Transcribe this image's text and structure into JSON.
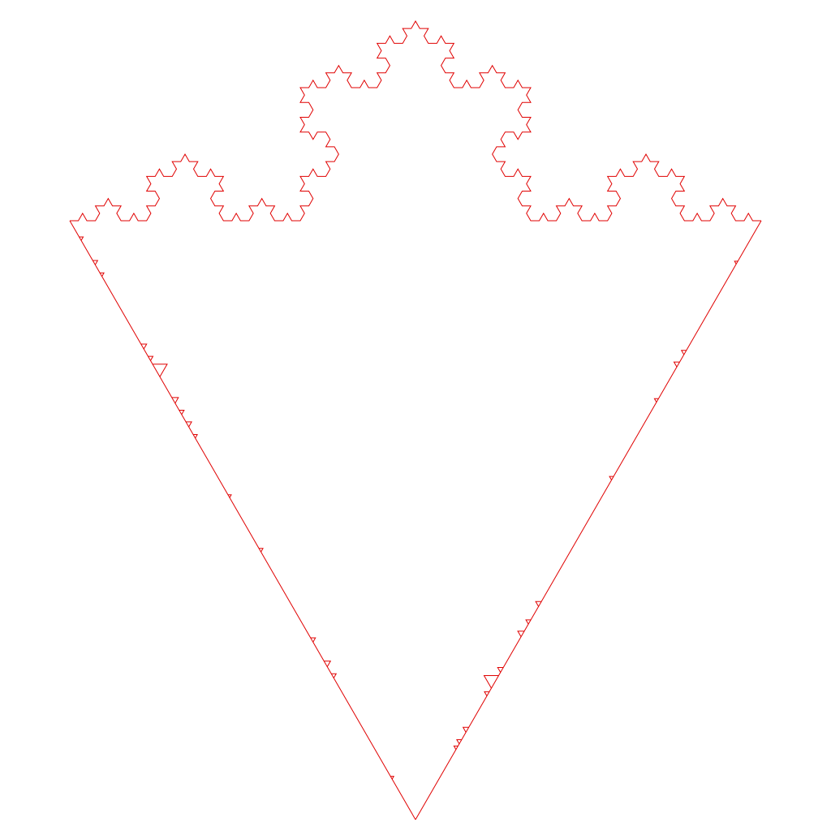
{
  "figure": {
    "subject": "koch-snowflake-fragment",
    "stroke_color": "#e00000",
    "background_color": "#ffffff",
    "top_edge_iterations": 4,
    "side_edge_style": "sparse-small-bumps"
  }
}
